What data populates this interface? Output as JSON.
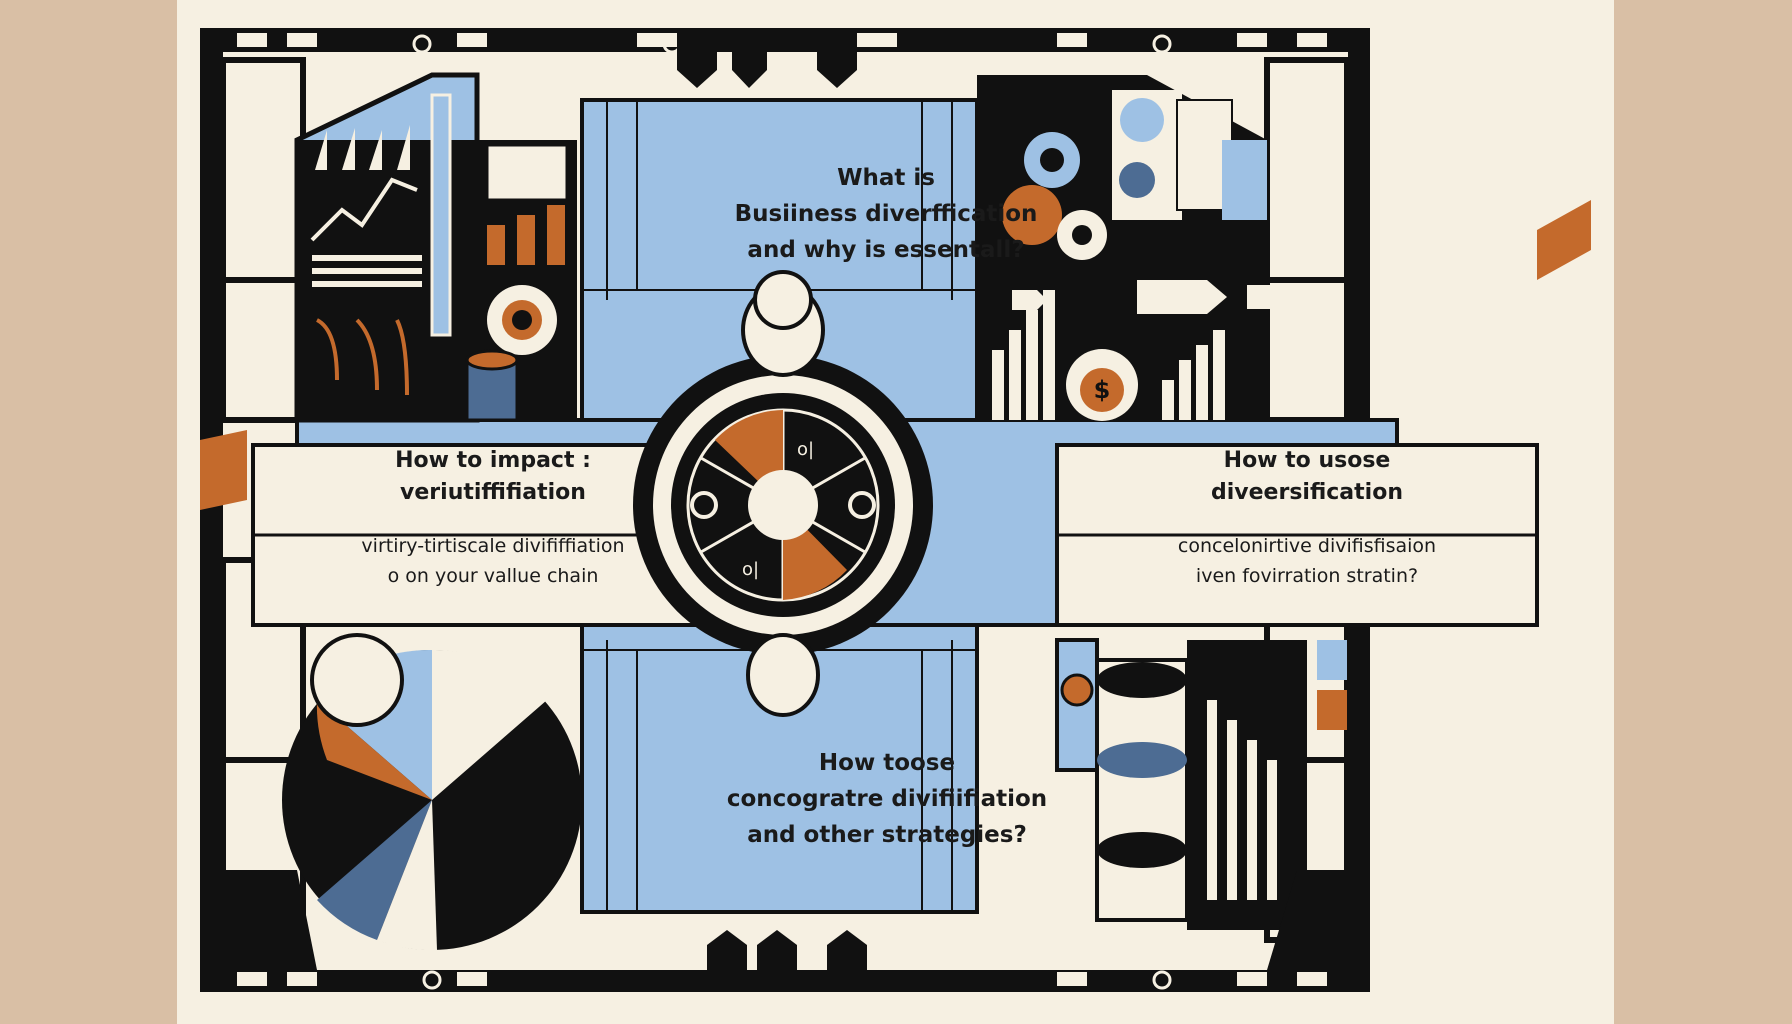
{
  "center_top": {
    "lines": [
      "What is",
      "Busiiness diverffication",
      "and why is essentall?"
    ]
  },
  "left_panel": {
    "title_lines": [
      "How to impact :",
      "veriutiffifiation"
    ],
    "subtitle_lines": [
      "virtiry-tirtiscale divififfiation",
      "o  on your vallue chain"
    ]
  },
  "right_panel": {
    "title_lines": [
      "How to usose",
      "diveersification"
    ],
    "subtitle_lines": [
      "concelonirtive divifisfisaion",
      "iven fovirration stratin?"
    ]
  },
  "center_bottom": {
    "lines": [
      "How toose",
      "concogratre divifiifiation",
      "and other strategies?"
    ]
  },
  "icons": {
    "dollar_symbol": "$",
    "wheel_marks": [
      "o|",
      "o|"
    ]
  },
  "palette": {
    "background": "#d9bfa5",
    "paper": "#f6f0e2",
    "ink": "#111111",
    "blue": "#9ec1e4",
    "orange": "#c46a2c"
  }
}
